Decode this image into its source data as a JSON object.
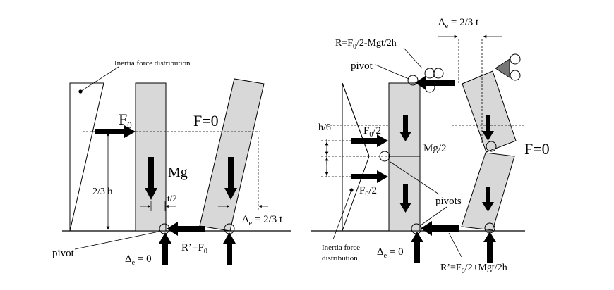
{
  "left_diagram": {
    "inertia_label": "Inertia force distribution",
    "force_F0": "F",
    "force_F0_sub": "0",
    "force_F_zero": "F=0",
    "weight_label": "Mg",
    "height_label": "2/3 h",
    "half_thickness_label": "t/2",
    "pivot_label": "pivot",
    "delta_rest_prefix": "Δ",
    "delta_rest_sub": "e",
    "delta_rest_value": " = 0",
    "reaction_prefix": "R’=F",
    "reaction_sub": "0",
    "delta_rock_prefix": "Δ",
    "delta_rock_sub": "e",
    "delta_rock_value": " = 2/3 t"
  },
  "right_diagram": {
    "delta_top_prefix": "Δ",
    "delta_top_sub": "e",
    "delta_top_value": " = 2/3 t",
    "top_reaction_a": "R=F",
    "top_reaction_sub": "0",
    "top_reaction_b": "/2-Mgt/2h",
    "pivot_label": "pivot",
    "h6_label": "h/6",
    "f0half_top_a": "F",
    "f0half_top_sub": "0",
    "f0half_top_b": "/2",
    "mg_half_label": "Mg/2",
    "f0half_bot_a": "F",
    "f0half_bot_sub": "0",
    "f0half_bot_b": "/2",
    "pivots_label": "pivots",
    "f_zero_label": "F=0",
    "inertia_line1": "Inertia force",
    "inertia_line2": "distribution",
    "delta_rest_prefix": "Δ",
    "delta_rest_sub": "e",
    "delta_rest_value": " = 0",
    "bottom_reaction_a": "R’=F",
    "bottom_reaction_sub": "0",
    "bottom_reaction_b": "/2+Mgt/2h"
  }
}
